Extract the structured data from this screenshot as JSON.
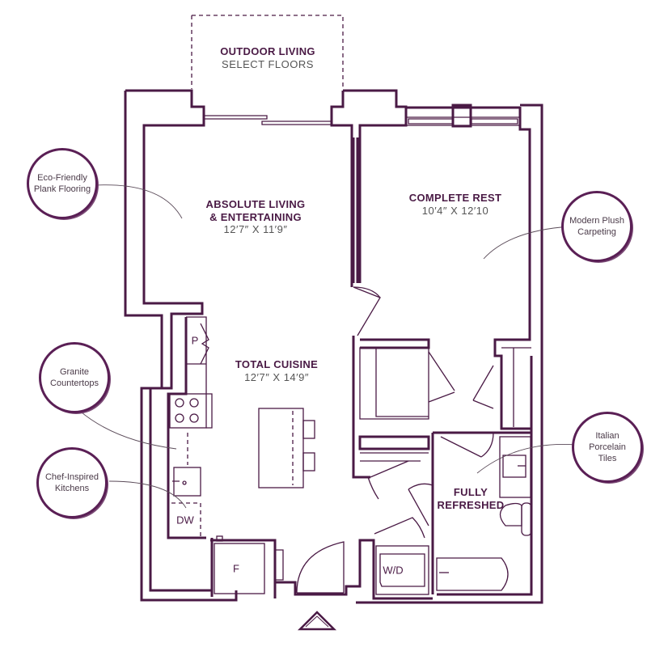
{
  "colors": {
    "wall": "#4a1a45",
    "text": "#4a1a45",
    "dim_text": "#555555"
  },
  "rooms": {
    "outdoor": {
      "name": "OUTDOOR LIVING",
      "sub": "SELECT FLOORS"
    },
    "living": {
      "name_line1": "ABSOLUTE LIVING",
      "name_line2": "& ENTERTAINING",
      "dims": "12′7″ X 11′9″"
    },
    "bedroom": {
      "name": "COMPLETE REST",
      "dims": "10′4″ X 12′10"
    },
    "kitchen": {
      "name": "TOTAL CUISINE",
      "dims": "12′7″ X 14′9″"
    },
    "bath": {
      "name_line1": "FULLY",
      "name_line2": "REFRESHED"
    }
  },
  "fixtures": {
    "pantry": "P",
    "dishwasher": "DW",
    "fridge": "F",
    "washer_dryer": "W/D"
  },
  "callouts": [
    {
      "id": "flooring",
      "line1": "Eco-Friendly",
      "line2": "Plank Flooring"
    },
    {
      "id": "carpet",
      "line1": "Modern Plush",
      "line2": "Carpeting"
    },
    {
      "id": "granite",
      "line1": "Granite",
      "line2": "Countertops"
    },
    {
      "id": "kitchens",
      "line1": "Chef-Inspired",
      "line2": "Kitchens"
    },
    {
      "id": "tiles",
      "line1": "Italian",
      "line2": "Porcelain",
      "line3": "Tiles"
    }
  ],
  "entry_marker": "entry-triangle"
}
